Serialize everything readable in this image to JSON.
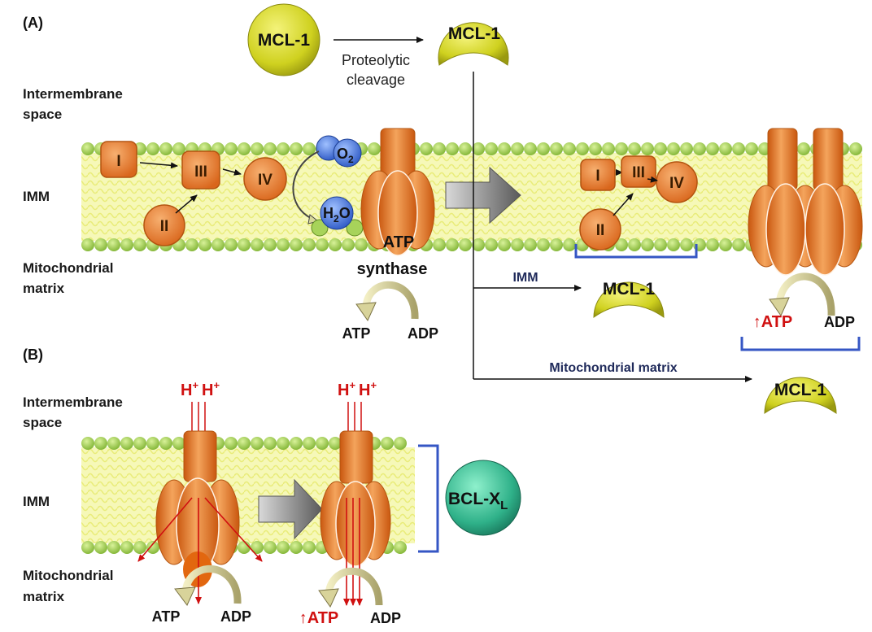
{
  "panels": {
    "a": "(A)",
    "b": "(B)"
  },
  "regions": {
    "intermembrane_space_line1": "Intermembrane",
    "intermembrane_space_line2": "space",
    "imm": "IMM",
    "matrix_line1": "Mitochondrial",
    "matrix_line2": "matrix"
  },
  "complexes": {
    "c1": "I",
    "c2": "II",
    "c3": "III",
    "c4": "IV"
  },
  "molecules": {
    "o2": "O",
    "o2_sub": "2",
    "h2o_pre": "H",
    "h2o_sub": "2",
    "h2o_post": "O"
  },
  "synthase": {
    "line1": "ATP",
    "line2": "synthase"
  },
  "energy": {
    "atp": "ATP",
    "adp": "ADP",
    "up_atp": "↑ATP"
  },
  "proteins": {
    "mcl1": "MCL-1",
    "bclxl_main": "BCL-X",
    "bclxl_sub": "L"
  },
  "process": {
    "cleavage_line1": "Proteolytic",
    "cleavage_line2": "cleavage"
  },
  "routes": {
    "imm": "IMM",
    "matrix": "Mitochondrial matrix"
  },
  "protons": {
    "h": "H",
    "plus": "+"
  },
  "colors": {
    "complex_fill": "#e8792a",
    "complex_stroke": "#b35410",
    "membrane_head": "#a7d35a",
    "membrane_tail": "#f4f6a8",
    "mcl1_fill": "#d6d72a",
    "bclxl_fill": "#3fbf97",
    "oxygen_fill": "#3f6fd8",
    "bracket": "#3556c4",
    "proton_red": "#d01010"
  }
}
